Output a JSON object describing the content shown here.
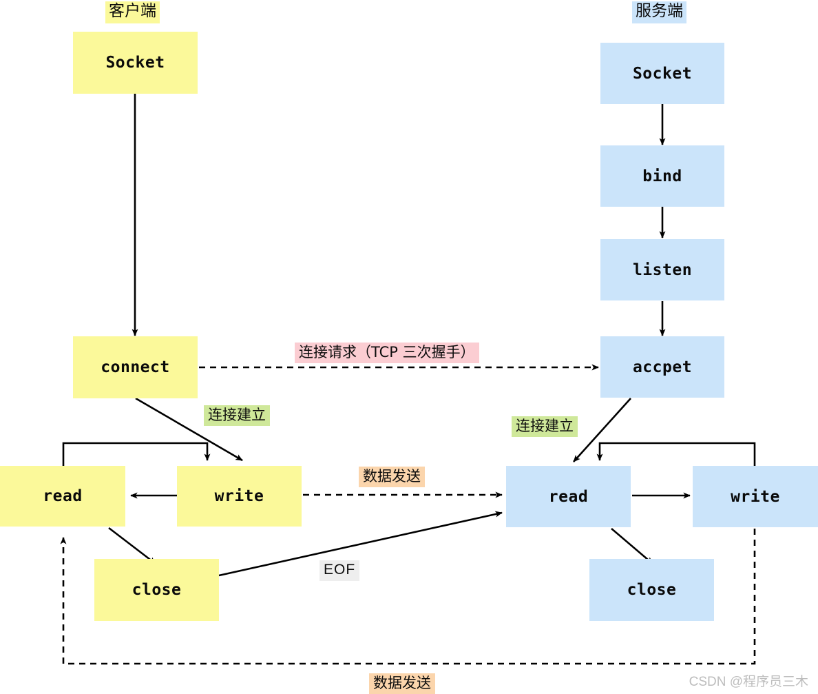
{
  "diagram": {
    "title_client": "客户端",
    "title_server": "服务端",
    "watermark": "CSDN @程序员三木",
    "colors": {
      "client_fill": "#fbf99a",
      "server_fill": "#cbe4fa",
      "label_pink": "#fbcdd2",
      "label_green": "#cfe89a",
      "label_orange": "#fbd5ac",
      "label_grey": "#eeeeee",
      "line": "#000000"
    },
    "client_nodes": [
      {
        "id": "c-socket",
        "label": "Socket"
      },
      {
        "id": "c-connect",
        "label": "connect"
      },
      {
        "id": "c-read",
        "label": "read"
      },
      {
        "id": "c-write",
        "label": "write"
      },
      {
        "id": "c-close",
        "label": "close"
      }
    ],
    "server_nodes": [
      {
        "id": "s-socket",
        "label": "Socket"
      },
      {
        "id": "s-bind",
        "label": "bind"
      },
      {
        "id": "s-listen",
        "label": "listen"
      },
      {
        "id": "s-accpet",
        "label": "accpet"
      },
      {
        "id": "s-read",
        "label": "read"
      },
      {
        "id": "s-write",
        "label": "write"
      },
      {
        "id": "s-close",
        "label": "close"
      }
    ],
    "edge_labels": {
      "handshake": "连接请求（TCP 三次握手）",
      "established_client": "连接建立",
      "established_server": "连接建立",
      "data_send_top": "数据发送",
      "data_send_bottom": "数据发送",
      "eof": "EOF"
    }
  }
}
